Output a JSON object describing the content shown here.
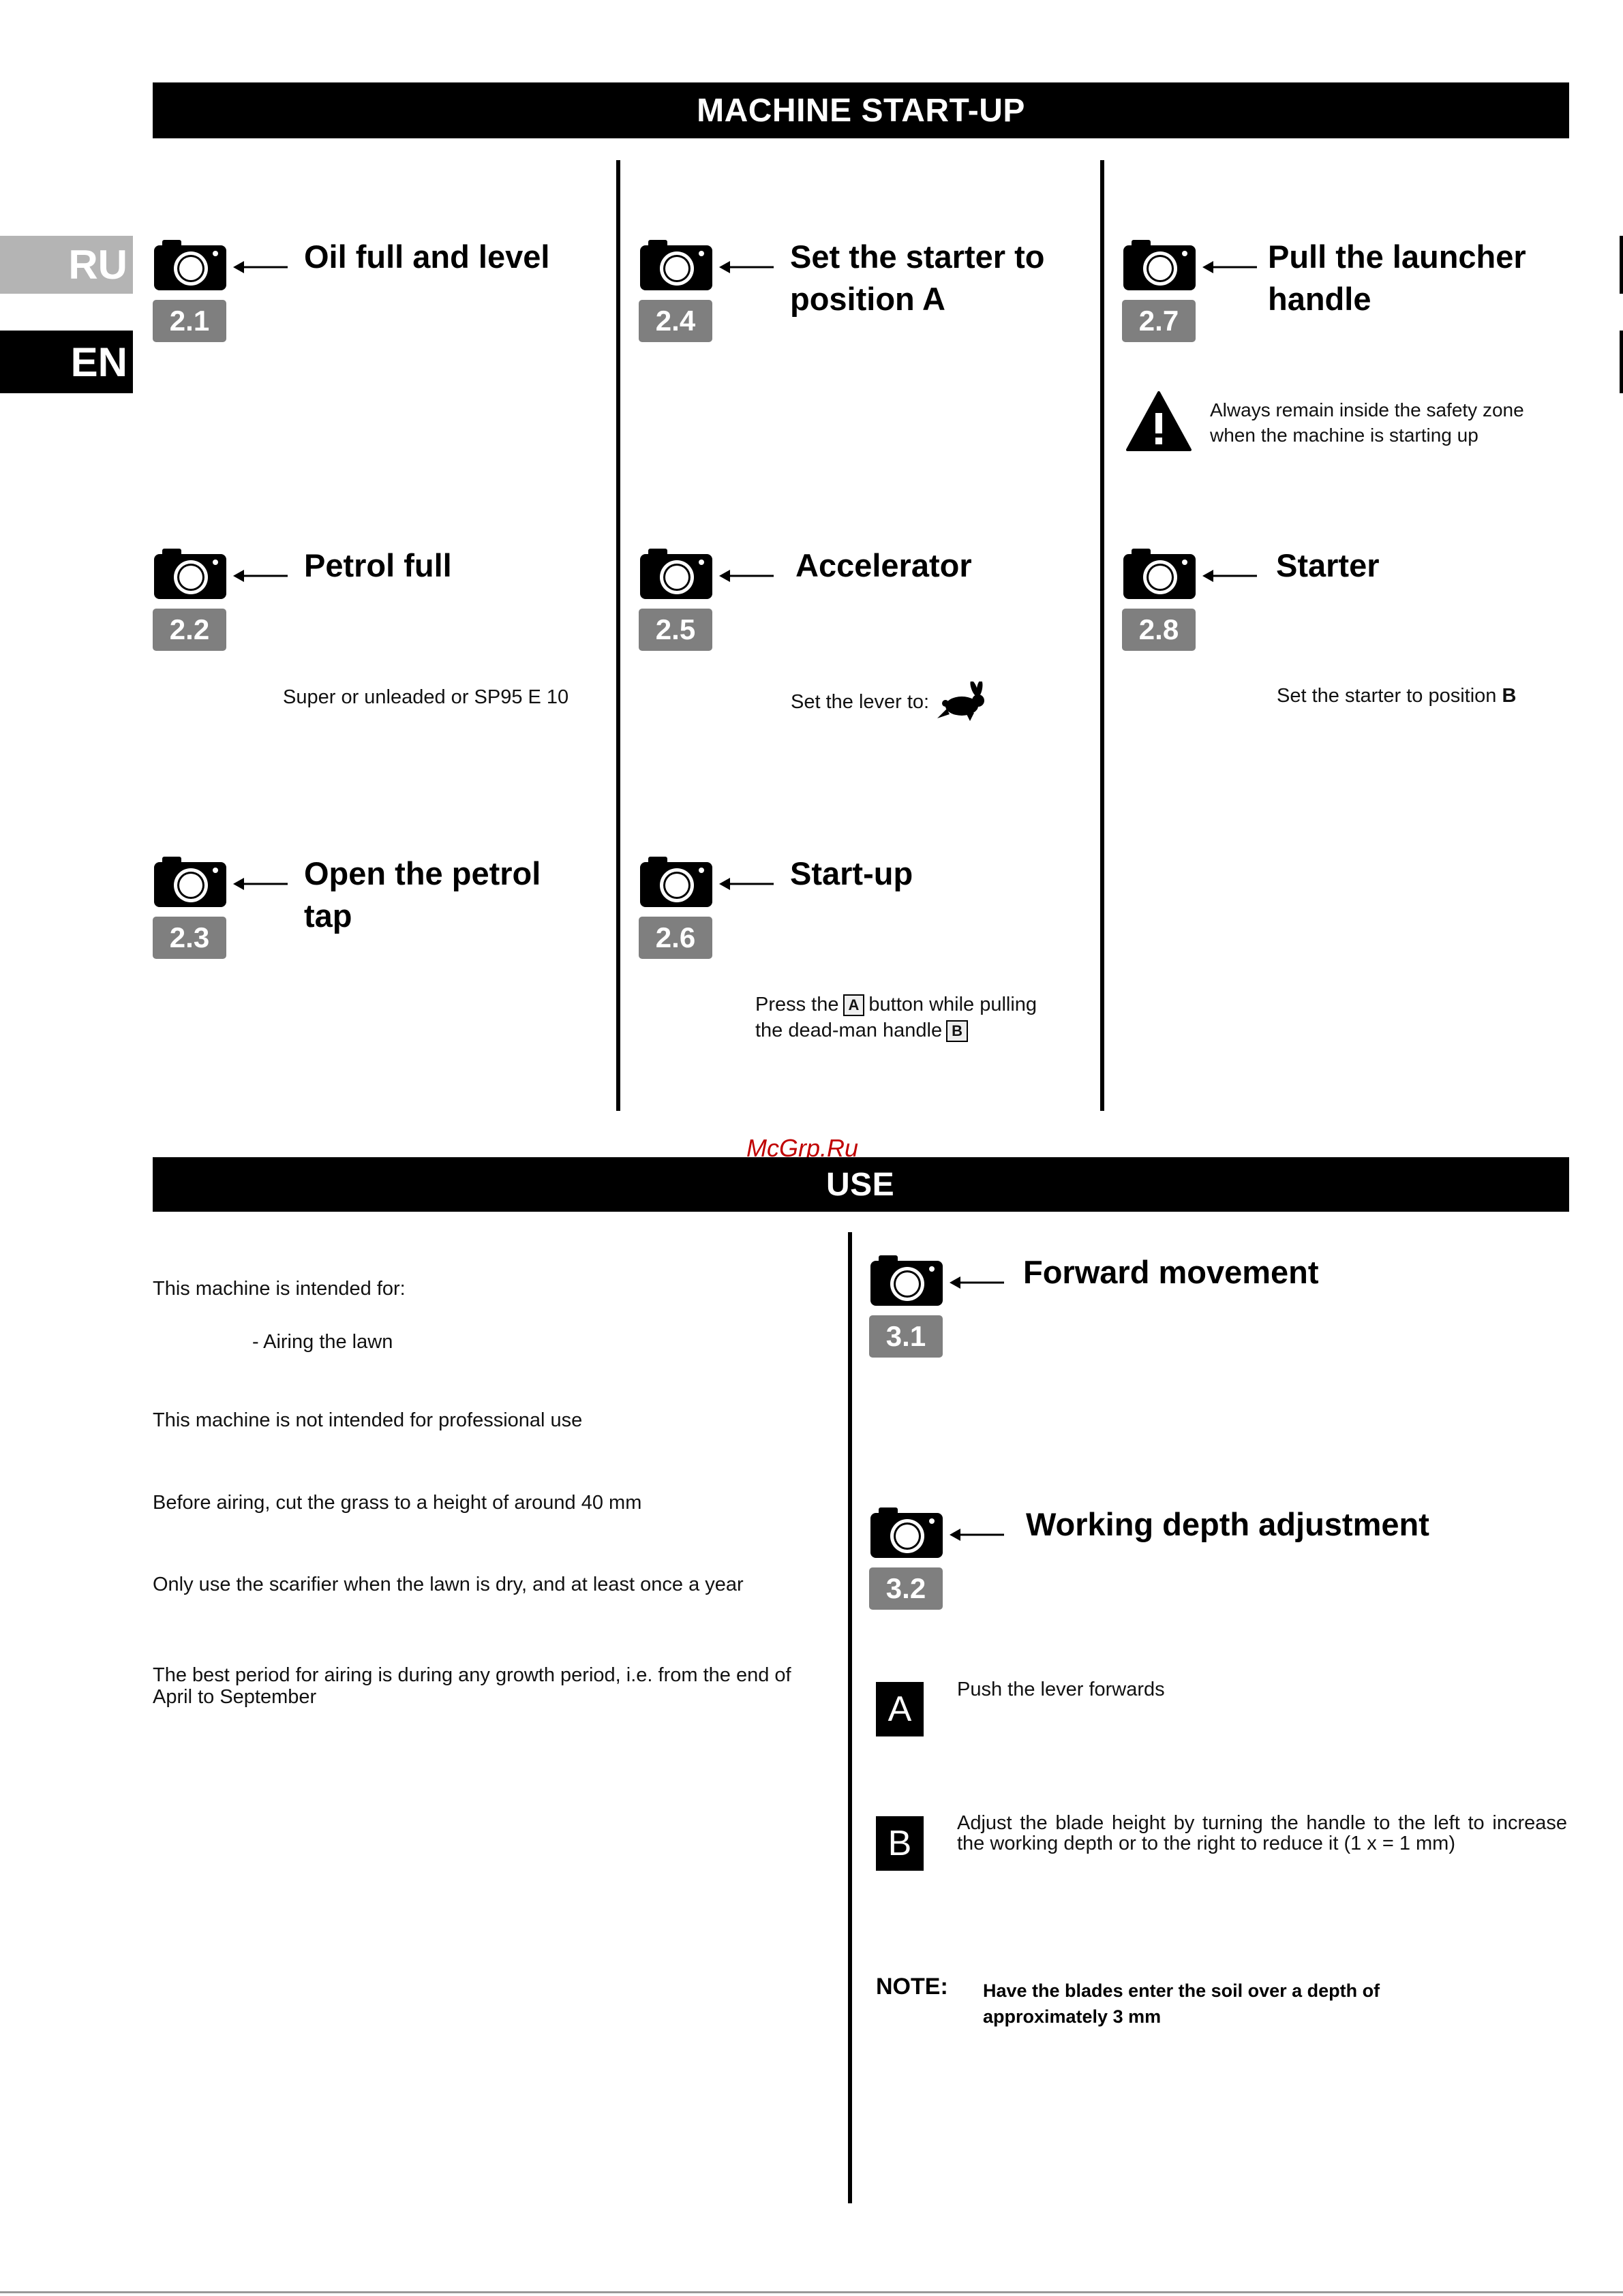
{
  "sections": {
    "startup_title": "MACHINE START-UP",
    "use_title": "USE"
  },
  "lang_tabs": {
    "ru": "RU",
    "en": "EN"
  },
  "watermark": "McGrp.Ru",
  "steps": [
    {
      "num": "2.1",
      "title": "Oil full and level"
    },
    {
      "num": "2.2",
      "title": "Petrol full"
    },
    {
      "num": "2.3",
      "title": "Open the petrol tap"
    },
    {
      "num": "2.4",
      "title": "Set the starter to position A"
    },
    {
      "num": "2.5",
      "title": "Accelerator"
    },
    {
      "num": "2.6",
      "title": "Start-up"
    },
    {
      "num": "2.7",
      "title": "Pull the launcher handle"
    },
    {
      "num": "2.8",
      "title": "Starter"
    },
    {
      "num": "3.1",
      "title": "Forward movement"
    },
    {
      "num": "3.2",
      "title": "Working depth adjustment"
    }
  ],
  "notes": {
    "petrol": "Super or unleaded or SP95 E 10",
    "lever": "Set the lever to:",
    "startup_press": "Press the",
    "startup_button_a": "A",
    "startup_mid": "button while pulling",
    "startup_line2": "the dead-man handle",
    "startup_button_b": "B",
    "safety_line1": "Always remain inside the safety zone",
    "safety_line2": "when the machine is starting up",
    "starter_b_text": "Set the starter to position",
    "starter_b_letter": "B"
  },
  "use_text": {
    "intended_for": "This machine is intended for:",
    "airing": "- Airing the lawn",
    "not_professional": "This machine is not intended for professional use",
    "before_airing": "Before airing, cut the grass to a height of around 40 mm",
    "only_dry": "Only use the scarifier when the lawn is dry, and at least once a year",
    "best_period": "The best period for airing is during any growth period, i.e. from the end of April to September"
  },
  "adjust": {
    "a_letter": "A",
    "a_text": "Push the lever forwards",
    "b_letter": "B",
    "b_text": "Adjust the blade height by turning the handle to the left to increase the working depth or to the right to reduce it (1 x = 1 mm)",
    "note_label": "NOTE:",
    "note_text": "Have the blades enter the soil over a depth of approximately 3 mm"
  }
}
